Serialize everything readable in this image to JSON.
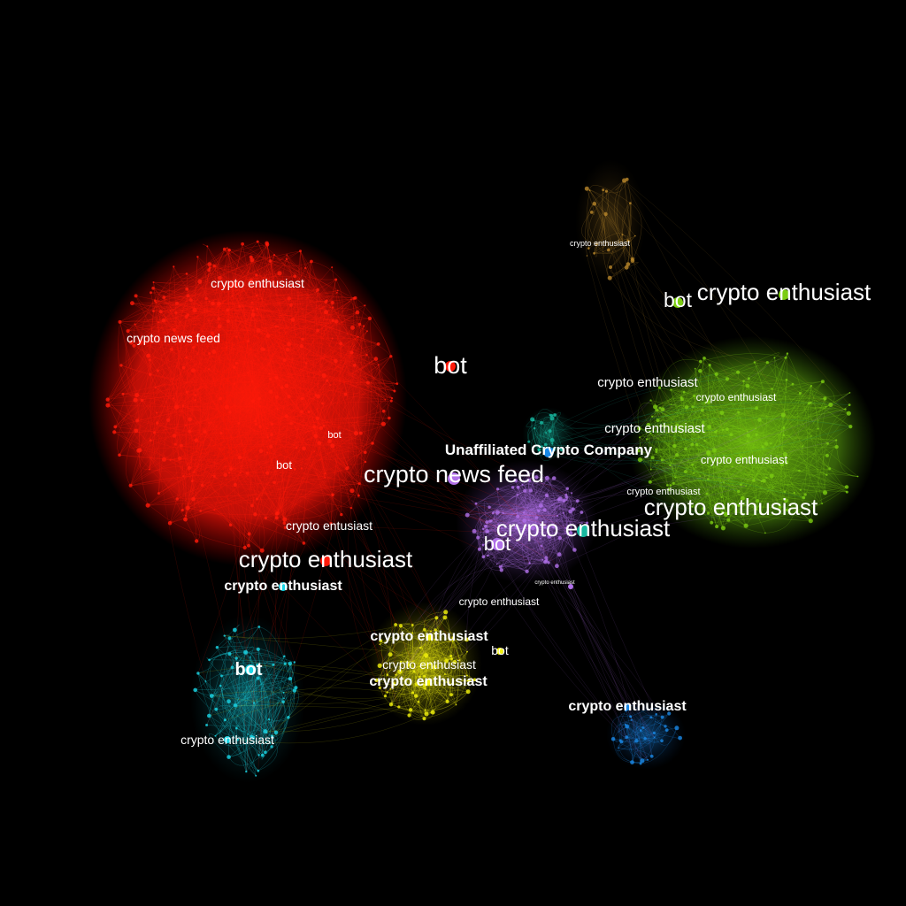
{
  "graph": {
    "background": "#000000",
    "clusters": [
      {
        "id": "red",
        "color": "#ff1a0a"
      },
      {
        "id": "green",
        "color": "#7ccc12"
      },
      {
        "id": "purple",
        "color": "#b070e8"
      },
      {
        "id": "yellow",
        "color": "#f2f20d"
      },
      {
        "id": "cyan",
        "color": "#1ad6e6"
      },
      {
        "id": "blue",
        "color": "#1a88e6"
      },
      {
        "id": "teal",
        "color": "#18b8a0"
      },
      {
        "id": "orange",
        "color": "#b8862a"
      }
    ],
    "labels": [
      {
        "text": "crypto enthusiast",
        "cluster": "red"
      },
      {
        "text": "crypto news feed",
        "cluster": "red"
      },
      {
        "text": "bot",
        "cluster": "red"
      },
      {
        "text": "bot",
        "cluster": "red"
      },
      {
        "text": "crypto entusiast",
        "cluster": "red"
      },
      {
        "text": "crypto enthusiast",
        "cluster": "red"
      },
      {
        "text": "bot",
        "cluster": "red"
      },
      {
        "text": "crypto enthusiast",
        "cluster": "cyan"
      },
      {
        "text": "bot",
        "cluster": "cyan"
      },
      {
        "text": "crypto enthusiast",
        "cluster": "cyan"
      },
      {
        "text": "crypto enthusiast",
        "cluster": "orange"
      },
      {
        "text": "bot",
        "cluster": "green"
      },
      {
        "text": "crypto enthusiast",
        "cluster": "green"
      },
      {
        "text": "crypto enthusiast",
        "cluster": "green"
      },
      {
        "text": "crypto enthusiast",
        "cluster": "green"
      },
      {
        "text": "crypto enthusiast",
        "cluster": "green"
      },
      {
        "text": "crypto enthusiast",
        "cluster": "green"
      },
      {
        "text": "crypto enthusiast",
        "cluster": "green"
      },
      {
        "text": "crypto enthusiast",
        "cluster": "green"
      },
      {
        "text": "Unaffiliated Crypto Company",
        "cluster": "blue"
      },
      {
        "text": "crypto news feed",
        "cluster": "purple"
      },
      {
        "text": "crypto enthusiast",
        "cluster": "teal"
      },
      {
        "text": "bot",
        "cluster": "purple"
      },
      {
        "text": "crypto enthusiast",
        "cluster": "purple"
      },
      {
        "text": "crypto enthusiast",
        "cluster": "yellow"
      },
      {
        "text": "crypto enthusiast",
        "cluster": "yellow"
      },
      {
        "text": "bot",
        "cluster": "yellow"
      },
      {
        "text": "crypto enthusiast",
        "cluster": "yellow"
      },
      {
        "text": "crypto enthusiast",
        "cluster": "yellow"
      },
      {
        "text": "crypto enthusiast",
        "cluster": "blue"
      }
    ]
  }
}
